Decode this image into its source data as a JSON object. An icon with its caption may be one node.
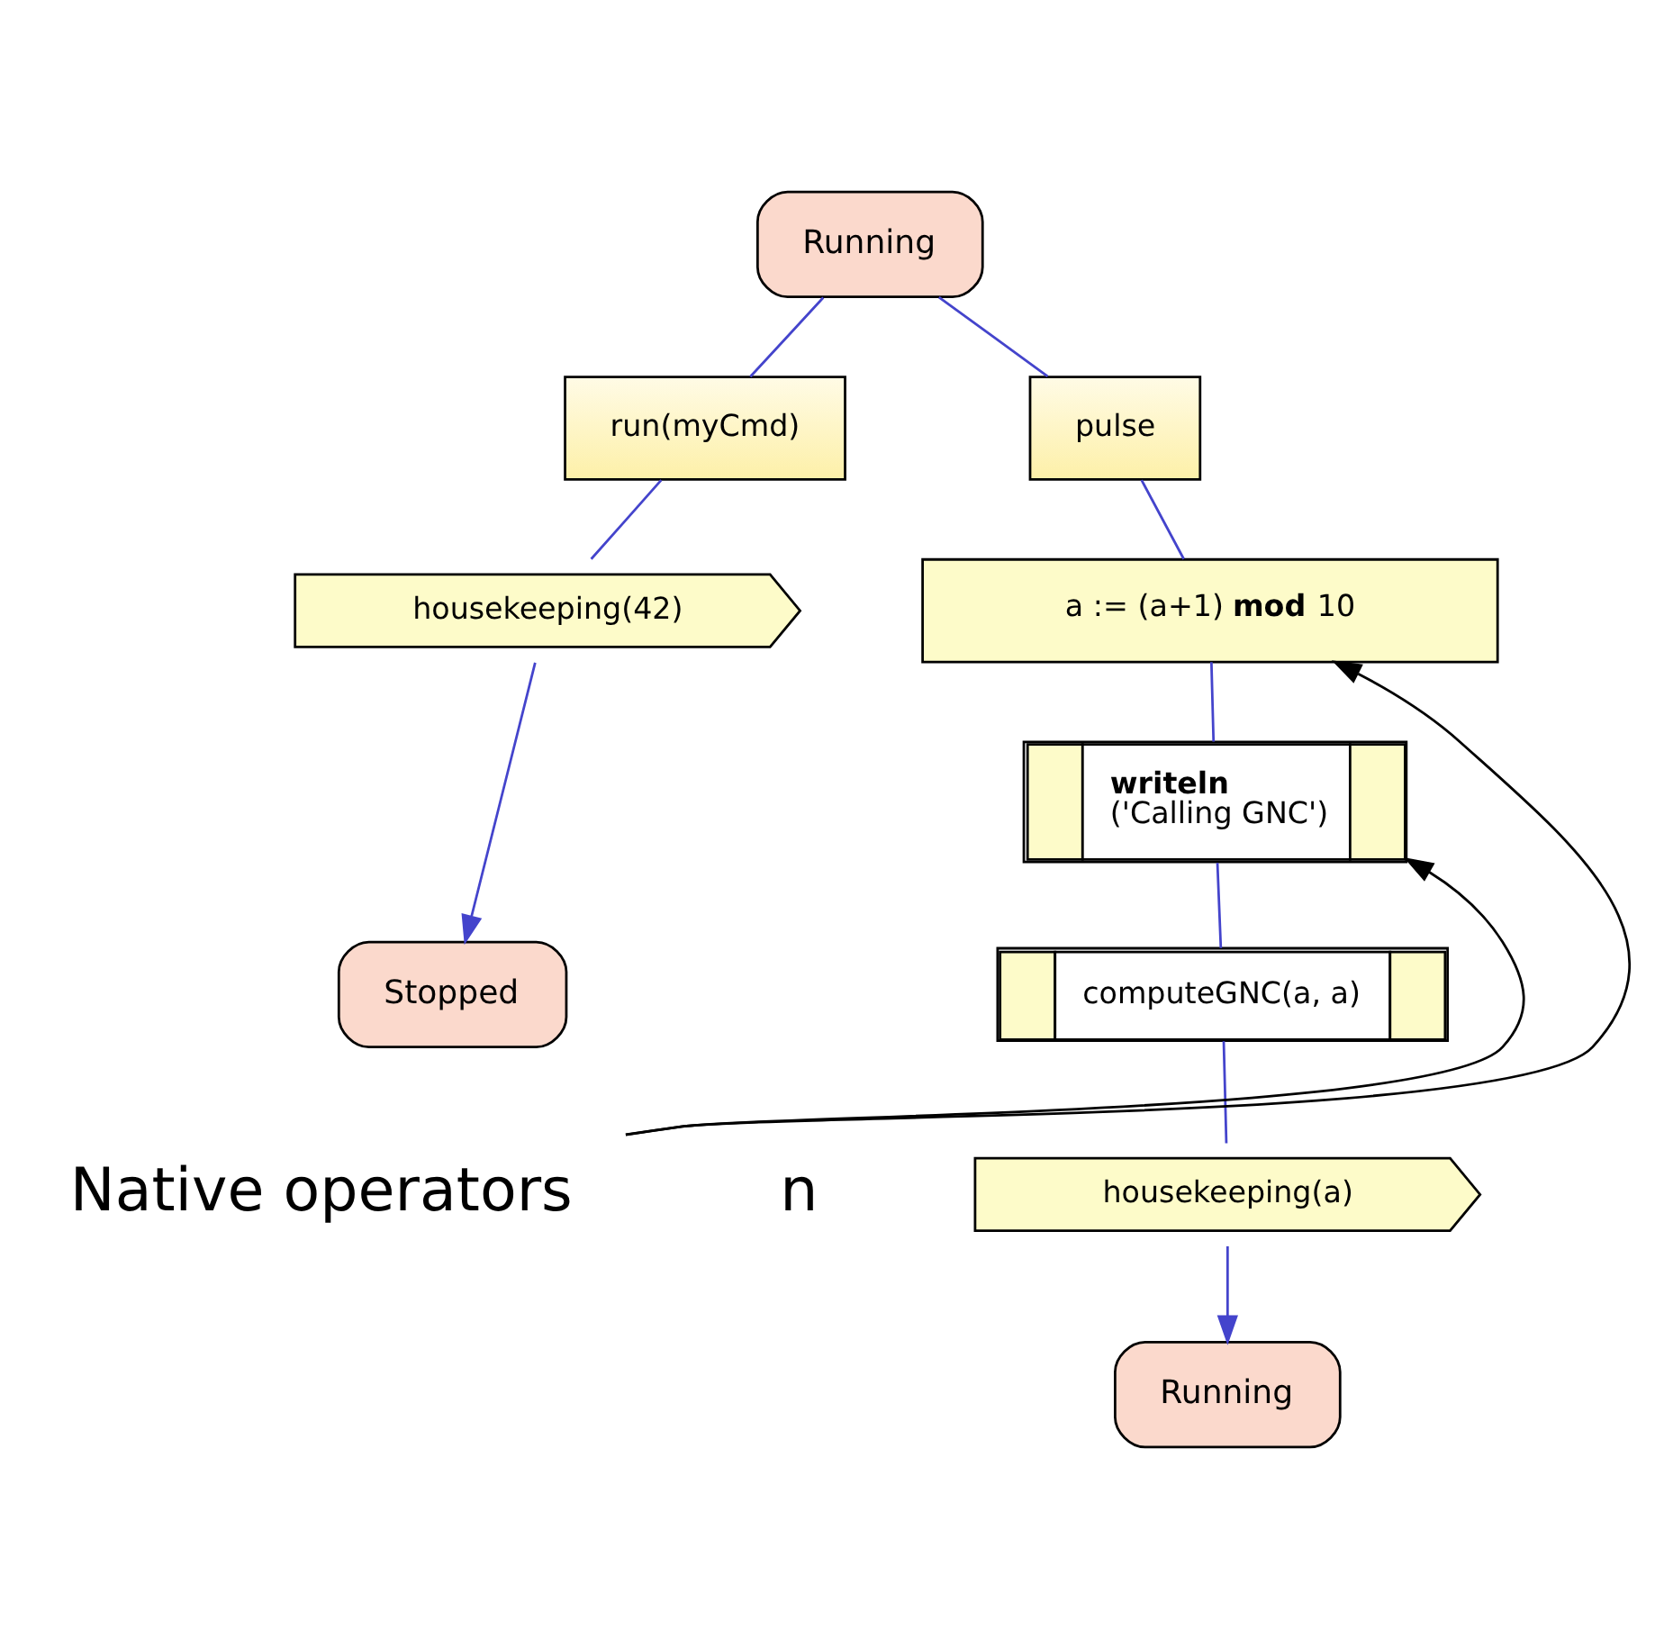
{
  "diagram": {
    "nodes": [
      {
        "text": [
          "Running"
        ]
      },
      {
        "text": [
          "run(myCmd)"
        ]
      },
      {
        "text": [
          "pulse"
        ]
      },
      {
        "text": [
          "housekeeping(42)"
        ]
      },
      {
        "text": [
          "Stopped"
        ]
      },
      {
        "text": [
          "a := (a+1) **mod** 10"
        ]
      },
      {
        "text": [
          "**writeln**",
          "('Calling GNC')"
        ]
      },
      {
        "text": [
          "computeGNC(a, a)"
        ]
      },
      {
        "text": [
          "housekeeping(a)"
        ]
      },
      {
        "text": [
          "Running"
        ]
      },
      {
        "text": [
          "Native operators"
        ]
      }
    ],
    "edges": [
      {
        "from": 0,
        "to": 1,
        "arrow": "none"
      },
      {
        "from": 0,
        "to": 2,
        "arrow": "none"
      },
      {
        "from": 1,
        "to": 3,
        "arrow": "none"
      },
      {
        "from": 3,
        "to": 4,
        "arrow": "to"
      },
      {
        "from": 2,
        "to": 5,
        "arrow": "none"
      },
      {
        "from": 5,
        "to": 6,
        "arrow": "none"
      },
      {
        "from": 6,
        "to": 7,
        "arrow": "none"
      },
      {
        "from": 7,
        "to": 8,
        "arrow": "none"
      },
      {
        "from": 8,
        "to": 9,
        "arrow": "to"
      },
      {
        "from": 10,
        "to": 5,
        "arrow": "to",
        "color": "#000000"
      },
      {
        "from": 10,
        "to": 6,
        "arrow": "to",
        "color": "#000000"
      }
    ],
    "labels": [
      "n"
    ]
  }
}
